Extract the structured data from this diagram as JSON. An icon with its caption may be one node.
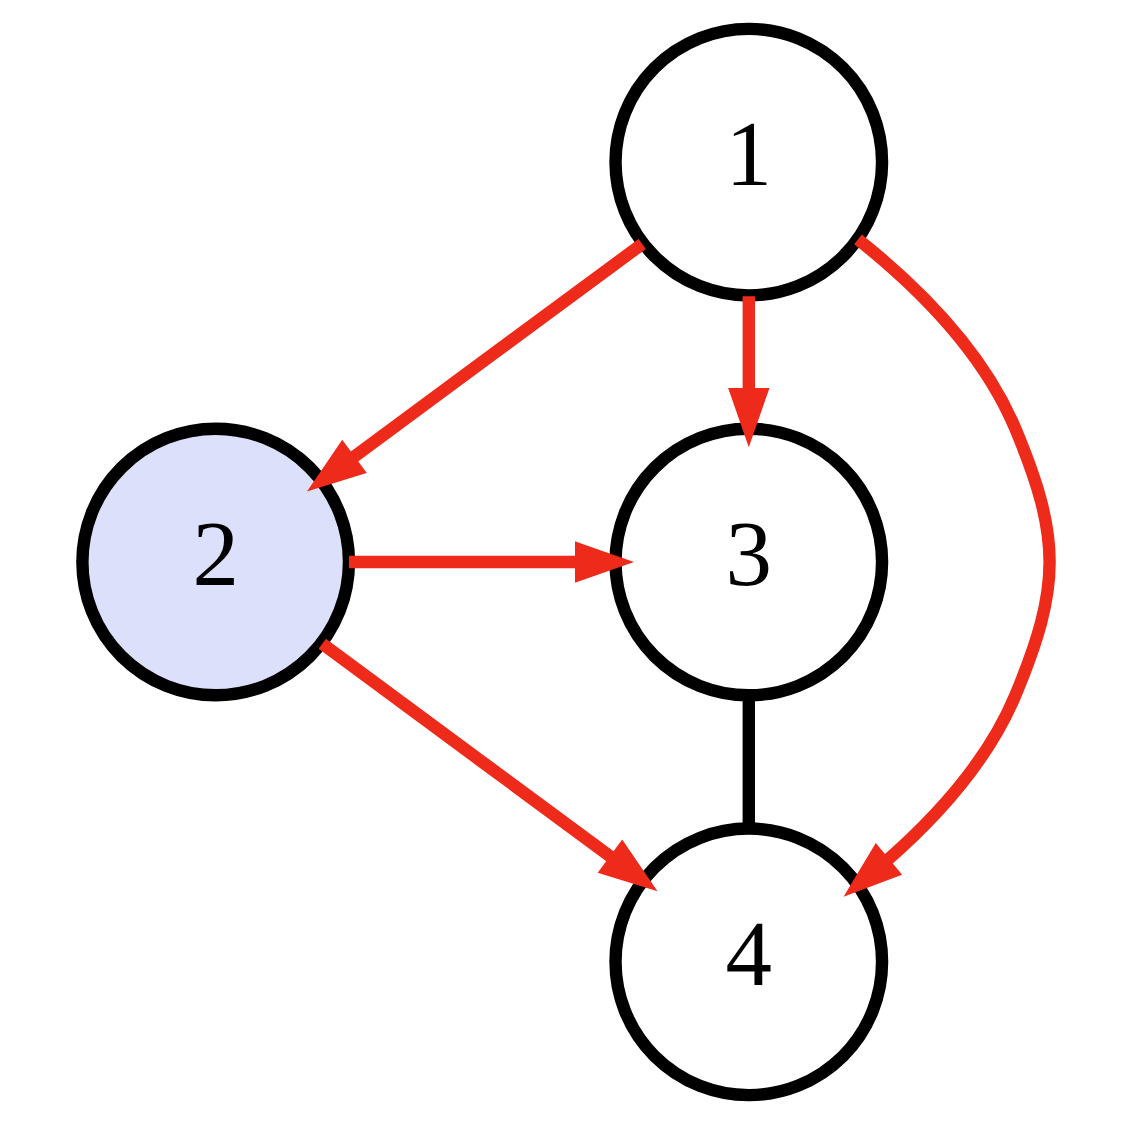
{
  "diagram": {
    "nodes": [
      {
        "text": [
          "1"
        ]
      },
      {
        "text": [
          "2"
        ]
      },
      {
        "text": [
          "3"
        ]
      },
      {
        "text": [
          "4"
        ]
      }
    ],
    "edges": [
      {
        "from": 0,
        "to": 1,
        "arrow": "to"
      },
      {
        "from": 0,
        "to": 2,
        "arrow": "to"
      },
      {
        "from": 0,
        "to": 3,
        "arrow": "to"
      },
      {
        "from": 1,
        "to": 2,
        "arrow": "to"
      },
      {
        "from": 1,
        "to": 3,
        "arrow": "to"
      },
      {
        "from": 2,
        "to": 3,
        "arrow": "none",
        "color": "#000000"
      }
    ]
  }
}
